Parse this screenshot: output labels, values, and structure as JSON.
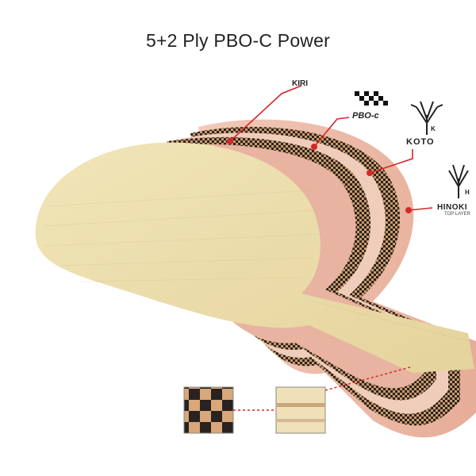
{
  "title": "5+2 Ply PBO-C Power",
  "layers": {
    "kiri": "KIRI",
    "pboc": "PBO-c",
    "koto": "KOTO",
    "koto_mark": "K",
    "hinoki": "HINOKI",
    "hinoki_mark": "H",
    "hinoki_sub": "TOP LAYER"
  },
  "colors": {
    "callout": "#d7262b",
    "wood_face": "#eadcaa",
    "pink_veneer": "#e8b6a6",
    "carbon": "#5a4a3a"
  }
}
